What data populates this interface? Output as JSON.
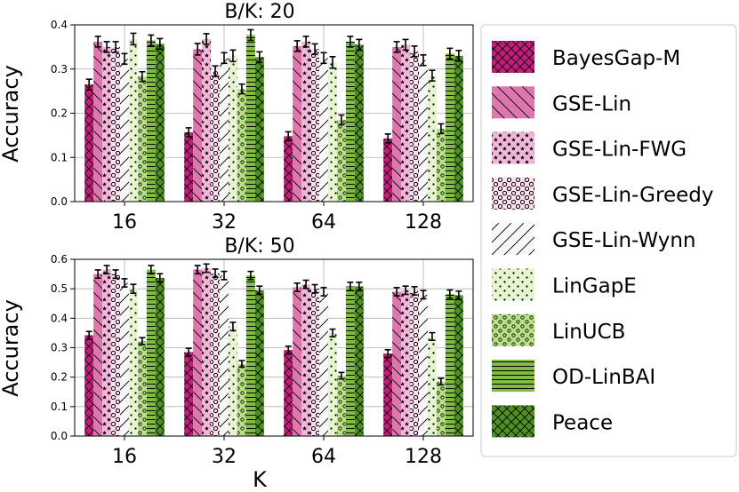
{
  "colors": {
    "BayesGap-M": "#c51b7d",
    "GSE-Lin": "#de77ae",
    "GSE-Lin-FWG": "#f1b6da",
    "GSE-Lin-Greedy": "#fde0ef",
    "GSE-Lin-Wynn": "#f7f7f7",
    "LinGapE": "#e6f5d0",
    "LinUCB": "#b8e186",
    "OD-LinBAI": "#7fbc41",
    "Peace": "#4d9221"
  },
  "patterns": {
    "BayesGap-M": "cross",
    "GSE-Lin": "backslash",
    "GSE-Lin-FWG": "star",
    "GSE-Lin-Greedy": "ring",
    "GSE-Lin-Wynn": "slash",
    "LinGapE": "dot",
    "LinUCB": "circle",
    "OD-LinBAI": "hline",
    "Peace": "cross"
  },
  "chart_data": [
    {
      "type": "bar",
      "title": "B/K: 20",
      "xlabel": "",
      "ylabel": "Accuracy",
      "categories": [
        "16",
        "32",
        "64",
        "128"
      ],
      "ylim": [
        0,
        0.4
      ],
      "yticks": [
        "0.0",
        "0.1",
        "0.2",
        "0.3",
        "0.4"
      ],
      "grid": true,
      "error_bars": true,
      "series": [
        {
          "name": "BayesGap-M",
          "values": [
            0.265,
            0.157,
            0.148,
            0.143
          ],
          "errors": [
            0.012,
            0.01,
            0.01,
            0.01
          ]
        },
        {
          "name": "GSE-Lin",
          "values": [
            0.362,
            0.345,
            0.352,
            0.35
          ],
          "errors": [
            0.012,
            0.013,
            0.012,
            0.012
          ]
        },
        {
          "name": "GSE-Lin-FWG",
          "values": [
            0.35,
            0.368,
            0.362,
            0.355
          ],
          "errors": [
            0.012,
            0.012,
            0.012,
            0.012
          ]
        },
        {
          "name": "GSE-Lin-Greedy",
          "values": [
            0.35,
            0.295,
            0.345,
            0.34
          ],
          "errors": [
            0.012,
            0.012,
            0.012,
            0.012
          ]
        },
        {
          "name": "GSE-Lin-Wynn",
          "values": [
            0.323,
            0.325,
            0.325,
            0.32
          ],
          "errors": [
            0.012,
            0.012,
            0.012,
            0.012
          ]
        },
        {
          "name": "LinGapE",
          "values": [
            0.368,
            0.33,
            0.315,
            0.285
          ],
          "errors": [
            0.013,
            0.013,
            0.013,
            0.012
          ]
        },
        {
          "name": "LinUCB",
          "values": [
            0.283,
            0.255,
            0.185,
            0.165
          ],
          "errors": [
            0.011,
            0.011,
            0.011,
            0.011
          ]
        },
        {
          "name": "OD-LinBAI",
          "values": [
            0.365,
            0.377,
            0.362,
            0.335
          ],
          "errors": [
            0.012,
            0.012,
            0.012,
            0.012
          ]
        },
        {
          "name": "Peace",
          "values": [
            0.357,
            0.327,
            0.355,
            0.33
          ],
          "errors": [
            0.012,
            0.012,
            0.012,
            0.012
          ]
        }
      ]
    },
    {
      "type": "bar",
      "title": "B/K: 50",
      "xlabel": "K",
      "ylabel": "Accuracy",
      "categories": [
        "16",
        "32",
        "64",
        "128"
      ],
      "ylim": [
        0,
        0.6
      ],
      "yticks": [
        "0.0",
        "0.1",
        "0.2",
        "0.3",
        "0.4",
        "0.5",
        "0.6"
      ],
      "grid": true,
      "error_bars": true,
      "series": [
        {
          "name": "BayesGap-M",
          "values": [
            0.342,
            0.285,
            0.292,
            0.28
          ],
          "errors": [
            0.013,
            0.013,
            0.013,
            0.013
          ]
        },
        {
          "name": "GSE-Lin",
          "values": [
            0.55,
            0.565,
            0.505,
            0.49
          ],
          "errors": [
            0.014,
            0.014,
            0.014,
            0.014
          ]
        },
        {
          "name": "GSE-Lin-FWG",
          "values": [
            0.565,
            0.57,
            0.515,
            0.495
          ],
          "errors": [
            0.014,
            0.014,
            0.014,
            0.014
          ]
        },
        {
          "name": "GSE-Lin-Greedy",
          "values": [
            0.55,
            0.553,
            0.5,
            0.493
          ],
          "errors": [
            0.014,
            0.014,
            0.014,
            0.014
          ]
        },
        {
          "name": "GSE-Lin-Wynn",
          "values": [
            0.52,
            0.545,
            0.49,
            0.48
          ],
          "errors": [
            0.014,
            0.014,
            0.014,
            0.014
          ]
        },
        {
          "name": "LinGapE",
          "values": [
            0.5,
            0.372,
            0.35,
            0.338
          ],
          "errors": [
            0.015,
            0.014,
            0.013,
            0.013
          ]
        },
        {
          "name": "LinUCB",
          "values": [
            0.322,
            0.245,
            0.205,
            0.185
          ],
          "errors": [
            0.012,
            0.011,
            0.011,
            0.011
          ]
        },
        {
          "name": "OD-LinBAI",
          "values": [
            0.565,
            0.545,
            0.508,
            0.482
          ],
          "errors": [
            0.014,
            0.014,
            0.014,
            0.014
          ]
        },
        {
          "name": "Peace",
          "values": [
            0.537,
            0.495,
            0.508,
            0.478
          ],
          "errors": [
            0.014,
            0.014,
            0.014,
            0.014
          ]
        }
      ]
    }
  ],
  "legend": {
    "placement": "right",
    "entries": [
      "BayesGap-M",
      "GSE-Lin",
      "GSE-Lin-FWG",
      "GSE-Lin-Greedy",
      "GSE-Lin-Wynn",
      "LinGapE",
      "LinUCB",
      "OD-LinBAI",
      "Peace"
    ]
  }
}
